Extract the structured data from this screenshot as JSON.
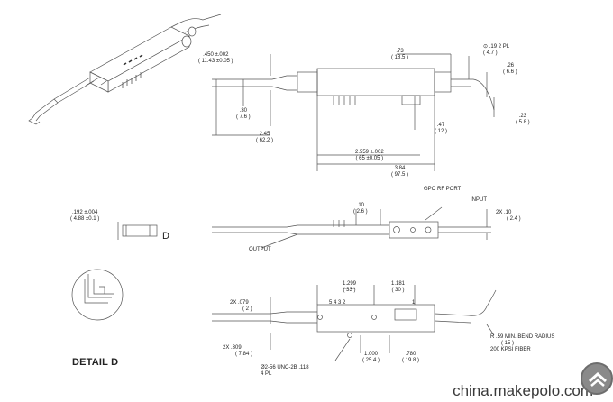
{
  "top_view": {
    "height_dim": ".450 ±.002",
    "height_dim_mm": "( 11.43 ±0.05 )",
    "dim_73": ".73",
    "dim_73_mm": "( 18.5 )",
    "dim_19": ".19",
    "dim_19_mm": "( 4.7 )",
    "dim_19_note": "2 PL",
    "dim_26": ".26",
    "dim_26_mm": "( 6.6 )",
    "dim_30": ".30",
    "dim_30_mm": "( 7.6 )",
    "dim_47": ".47",
    "dim_47_mm": "( 12 )",
    "dim_23": ".23",
    "dim_23_mm": "( 5.8 )",
    "dim_245": "2.45",
    "dim_245_mm": "( 62.2 )",
    "dim_2559": "2.559 ±.002",
    "dim_2559_mm": "( 65 ±0.05 )",
    "dim_384": "3.84",
    "dim_384_mm": "( 97.5 )"
  },
  "side_view": {
    "dim_192": ".192 ±.004",
    "dim_192_mm": "( 4.88 ±0.1 )",
    "detail_marker": "D",
    "dim_10": ".10",
    "dim_10_mm": "( 2.6 )",
    "gpo_label": "GPO RF PORT",
    "input_label": "INPUT",
    "dim_2x10": "2X",
    "dim_2x10_val": ".10",
    "dim_2x10_mm": "( 2.4 )",
    "output_label": "OUTPUT"
  },
  "bottom_view": {
    "dim_1299": "1.299",
    "dim_1299_mm": "( 33 )",
    "dim_1181": "1.181",
    "dim_1181_mm": "( 30 )",
    "pin_numbers": "5 4 3 2",
    "pin_1": "1",
    "dim_079_prefix": "2X",
    "dim_079": ".079",
    "dim_079_mm": "( 2 )",
    "dim_309_prefix": "2X",
    "dim_309": ".309",
    "dim_309_mm": "( 7.84 )",
    "dim_1000": "1.000",
    "dim_1000_mm": "( 25.4 )",
    "dim_780": ".780",
    "dim_780_mm": "( 19.8 )",
    "thread_label": "Ø2-56 UNC-2B",
    "thread_depth": ".118",
    "thread_count": "4 PL",
    "bend_radius": "R",
    "bend_radius_val": ".59",
    "bend_radius_mm": "( 15 )",
    "bend_radius_note": "MIN. BEND RADIUS",
    "fiber_note": "200 KPSI FIBER"
  },
  "detail_title": "DETAIL D",
  "watermark": "china.makepolo.com",
  "badge_icon": "chevron-up-icon",
  "colors": {
    "line": "#555555",
    "fill": "#ffffff",
    "label_box": "#222222",
    "badge": "#8a8a8a"
  }
}
